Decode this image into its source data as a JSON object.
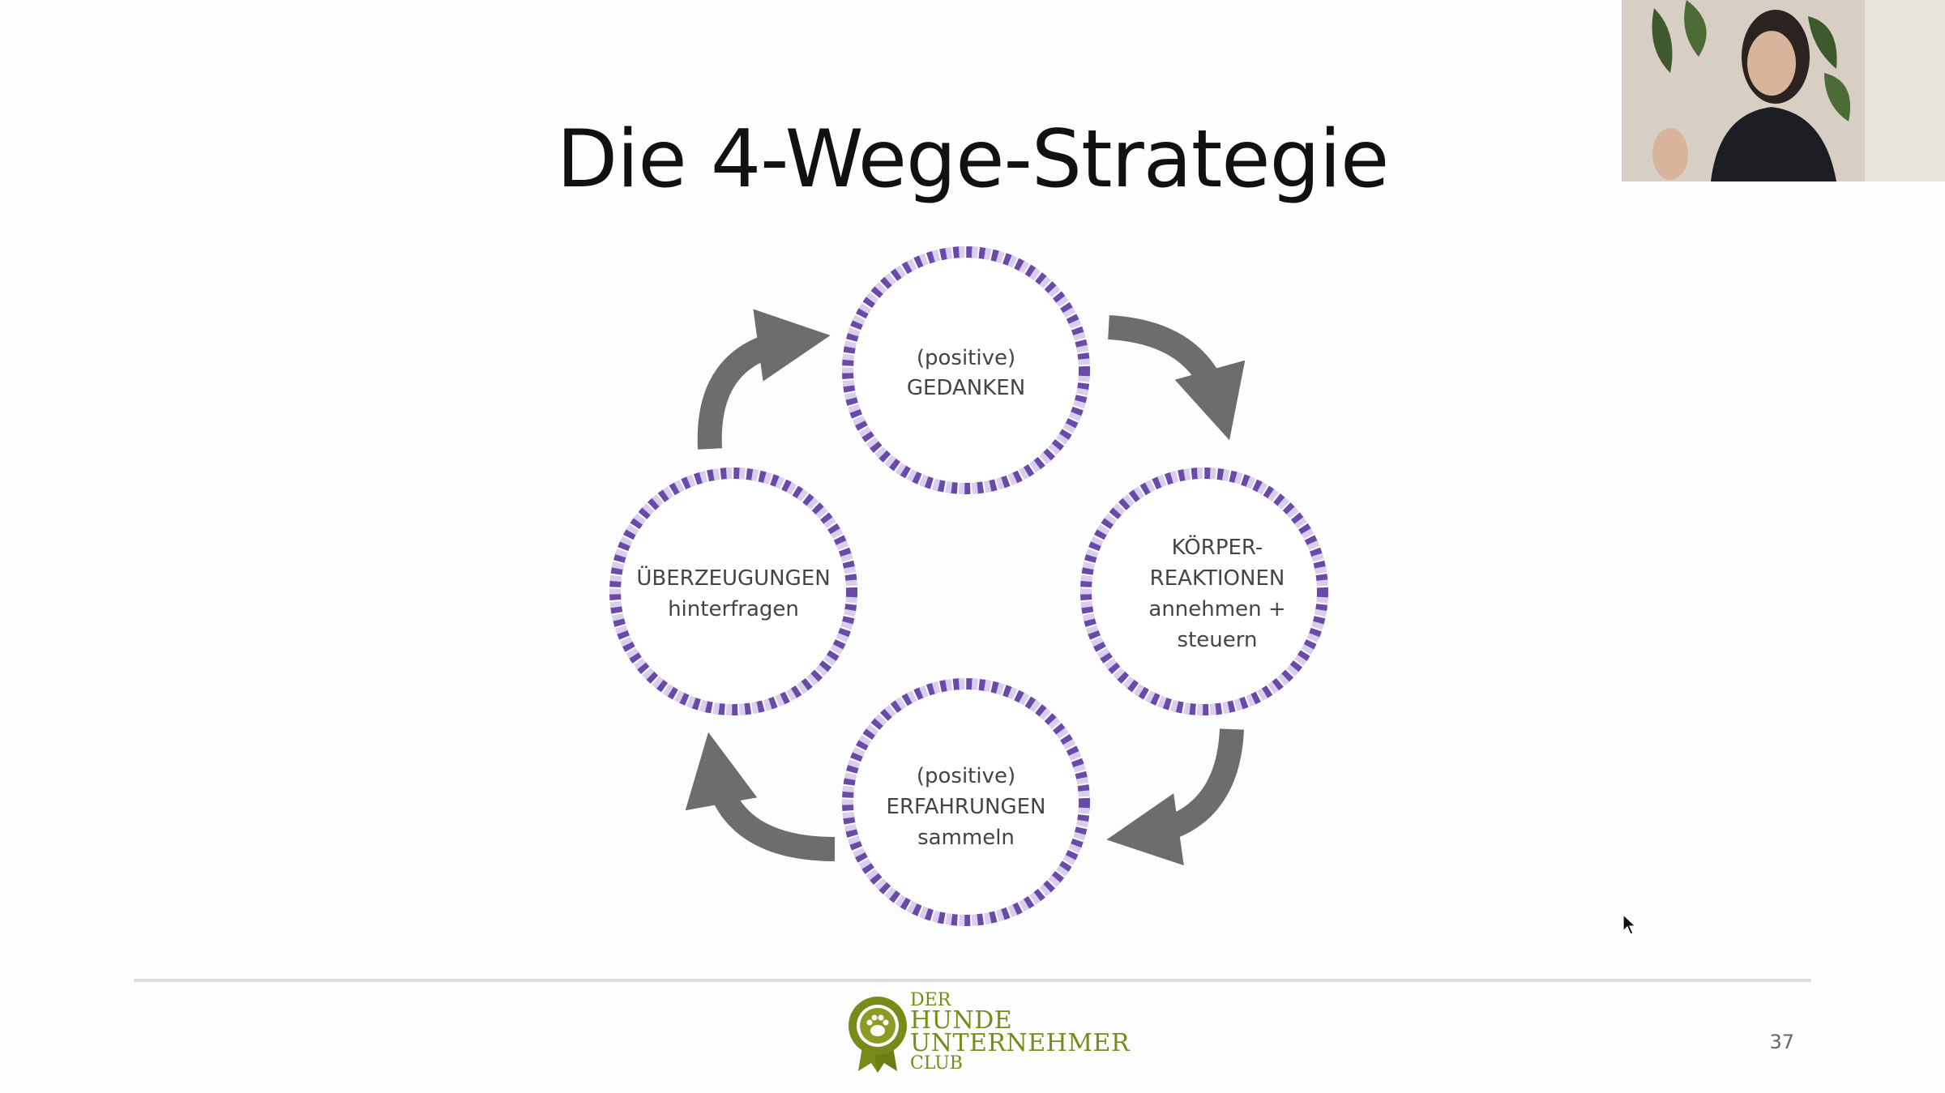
{
  "slide": {
    "title": "Die 4-Wege-Strategie",
    "page_number": "37"
  },
  "cycle": {
    "nodes": [
      {
        "id": "gedanken",
        "lines": [
          "(positive)",
          "GEDANKEN"
        ]
      },
      {
        "id": "koerper",
        "lines": [
          "KÖRPER-",
          "REAKTIONEN",
          "annehmen +",
          "steuern"
        ]
      },
      {
        "id": "erfahrungen",
        "lines": [
          "(positive)",
          "ERFAHRUNGEN",
          "sammeln"
        ]
      },
      {
        "id": "ueberzeugungen",
        "lines": [
          "ÜBERZEUGUNGEN",
          "hinterfragen"
        ]
      }
    ],
    "ring_color": "#6a4aa8",
    "arrow_color": "#6d6d6d"
  },
  "logo": {
    "line1": "DER",
    "line2": "HUNDE",
    "line3": "UNTERNEHMER",
    "line4": "CLUB",
    "color": "#7a8a1a"
  }
}
